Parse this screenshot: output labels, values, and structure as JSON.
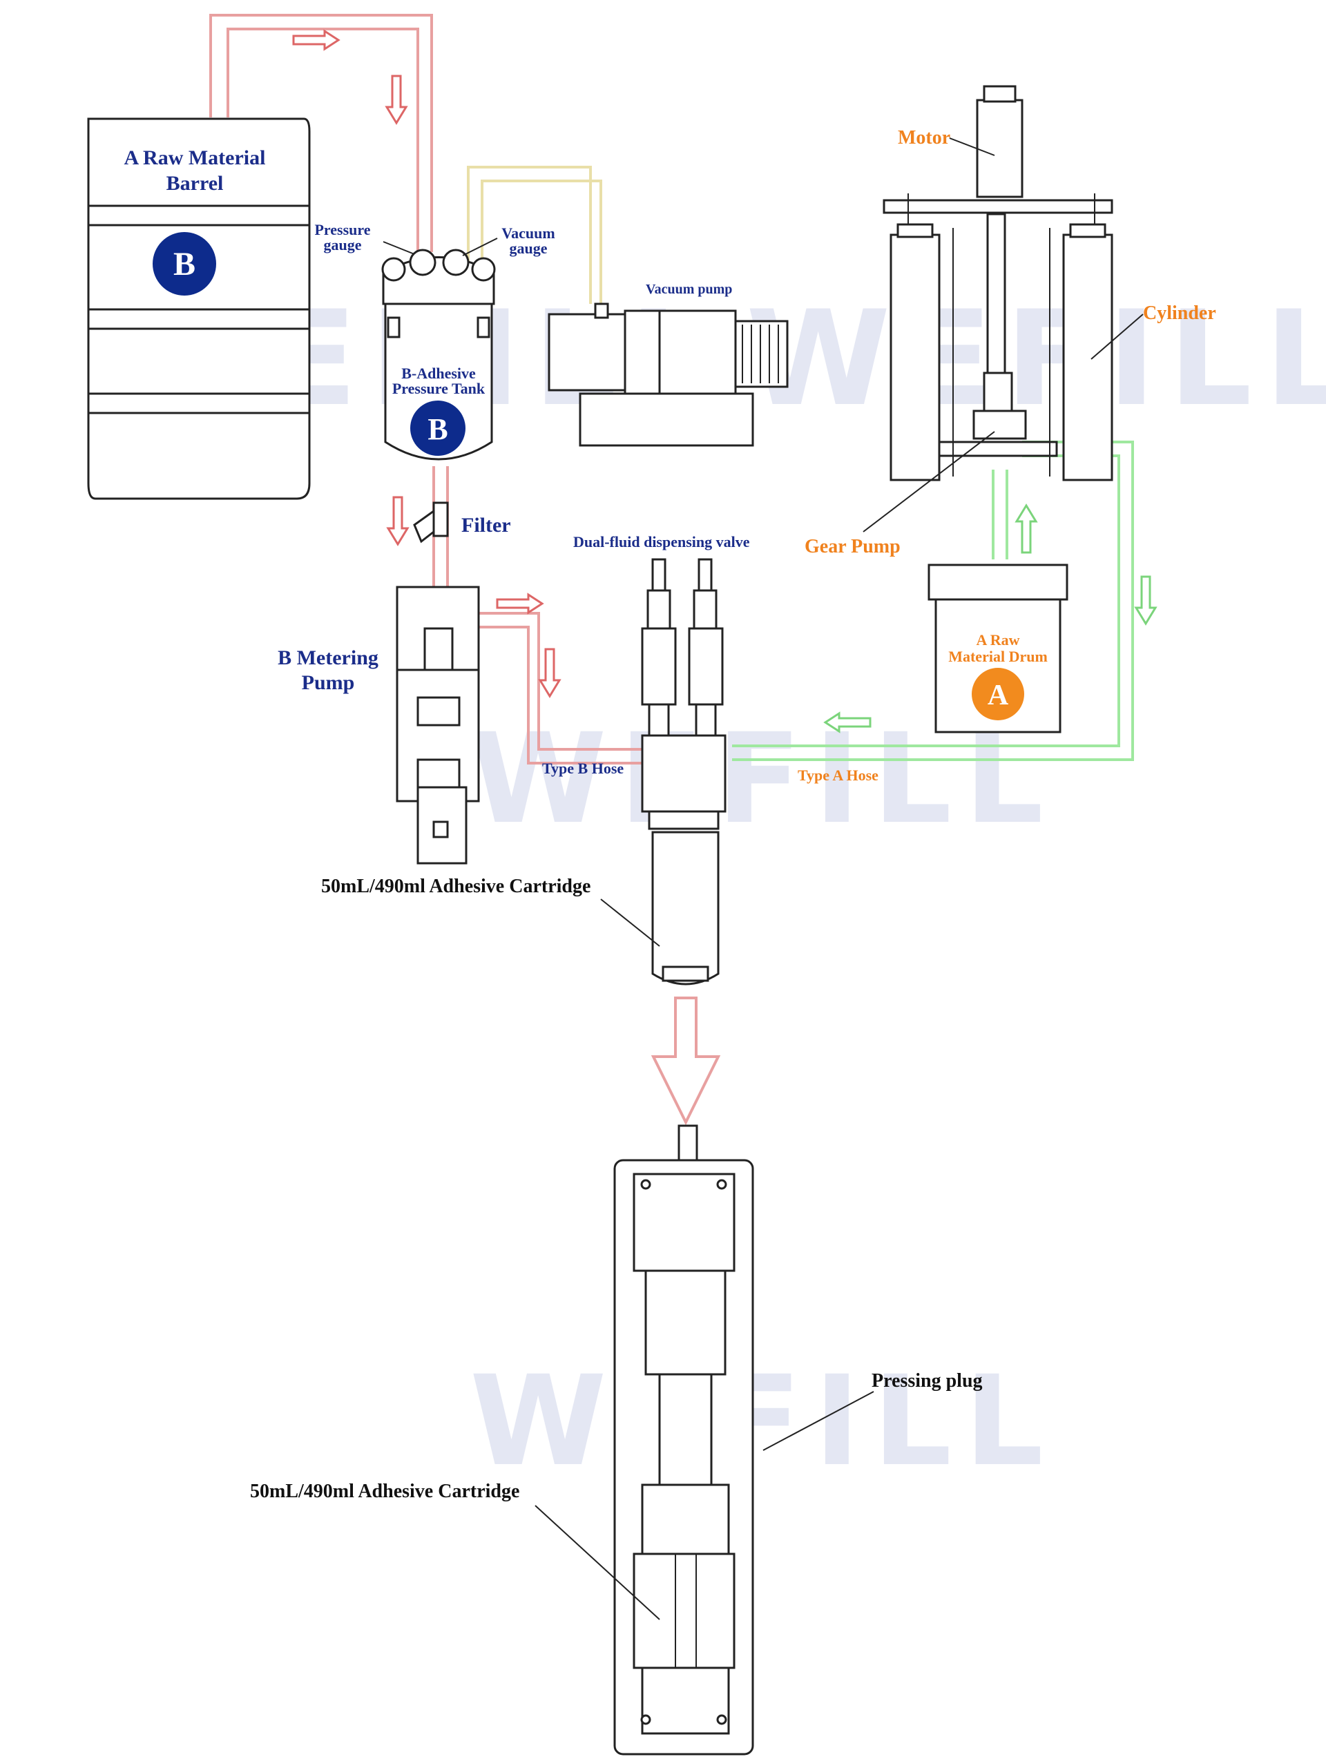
{
  "labels": {
    "a_raw_material_barrel": [
      "A Raw Material",
      "Barrel"
    ],
    "barrel_badge": "B",
    "pressure_gauge": [
      "Pressure",
      "gauge"
    ],
    "vacuum_gauge": [
      "Vacuum",
      "gauge"
    ],
    "vacuum_pump": "Vacuum pump",
    "b_adhesive_pressure_tank": [
      "B-Adhesive",
      "Pressure Tank"
    ],
    "tank_badge": "B",
    "filter": "Filter",
    "b_metering_pump": [
      "B Metering",
      "Pump"
    ],
    "dual_fluid_valve": "Dual-fluid dispensing valve",
    "type_b_hose": "Type B Hose",
    "type_a_hose": "Type A Hose",
    "motor": "Motor",
    "cylinder": "Cylinder",
    "gear_pump": "Gear Pump",
    "a_raw_material_drum": [
      "A Raw",
      "Material Drum"
    ],
    "drum_badge": "A",
    "cartridge_top": "50mL/490ml Adhesive Cartridge",
    "pressing_plug": "Pressing plug",
    "cartridge_bottom": "50mL/490ml Adhesive Cartridge"
  },
  "watermark": "WEFILL",
  "colors": {
    "navy_label": "#1b2d8a",
    "orange_label": "#f0821e",
    "black_label": "#111111",
    "b_line": "#e8a0a0",
    "a_line": "#9fe89f",
    "vacuum_line": "#e9dfa8",
    "badge_b": "#0d2b8c",
    "badge_a": "#f28b1e"
  }
}
